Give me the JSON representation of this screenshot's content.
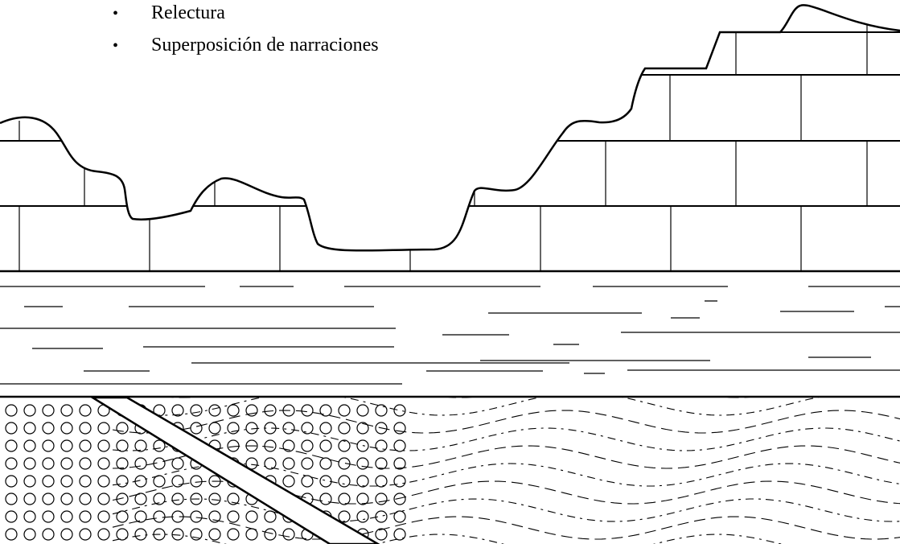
{
  "bullets": [
    {
      "symbol": "•",
      "text": "Relectura"
    },
    {
      "symbol": "•",
      "text": "Superposición de narraciones"
    }
  ],
  "colors": {
    "ink": "#000000",
    "paper": "#ffffff"
  },
  "layers": [
    {
      "name": "limestone-blocks",
      "pattern": "brick"
    },
    {
      "name": "shale",
      "pattern": "horizontal-dashes"
    },
    {
      "name": "conglomerate",
      "pattern": "circles"
    },
    {
      "name": "schist",
      "pattern": "wavy-dashes"
    }
  ],
  "features": [
    {
      "name": "eroded-surface",
      "kind": "irregular-profile"
    },
    {
      "name": "dike",
      "kind": "diagonal-intrusion"
    }
  ]
}
